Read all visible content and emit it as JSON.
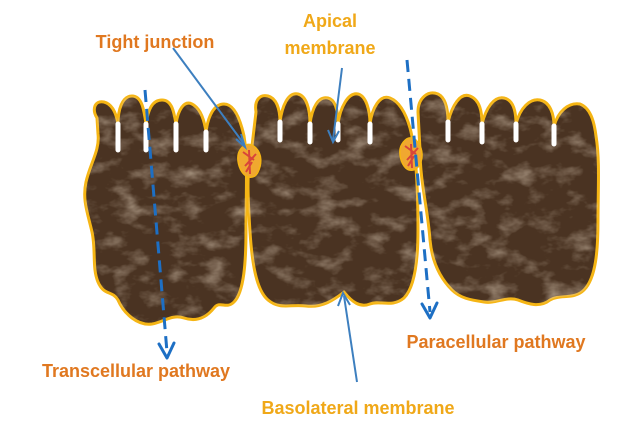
{
  "labels": {
    "tight_junction": "Tight junction",
    "apical_line1": "Apical",
    "apical_line2": "membrane",
    "transcellular": "Transcellular pathway",
    "paracellular": "Paracellular pathway",
    "basolateral": "Basolateral membrane"
  },
  "colors": {
    "orange_label": "#e07820",
    "gold_label": "#f0a818",
    "cell_fill": "#4a3322",
    "cell_outline": "#f5b514",
    "arrow_blue": "#3d7fbf",
    "pathway_blue": "#1d6fc4",
    "junction_red": "#d8453a"
  }
}
